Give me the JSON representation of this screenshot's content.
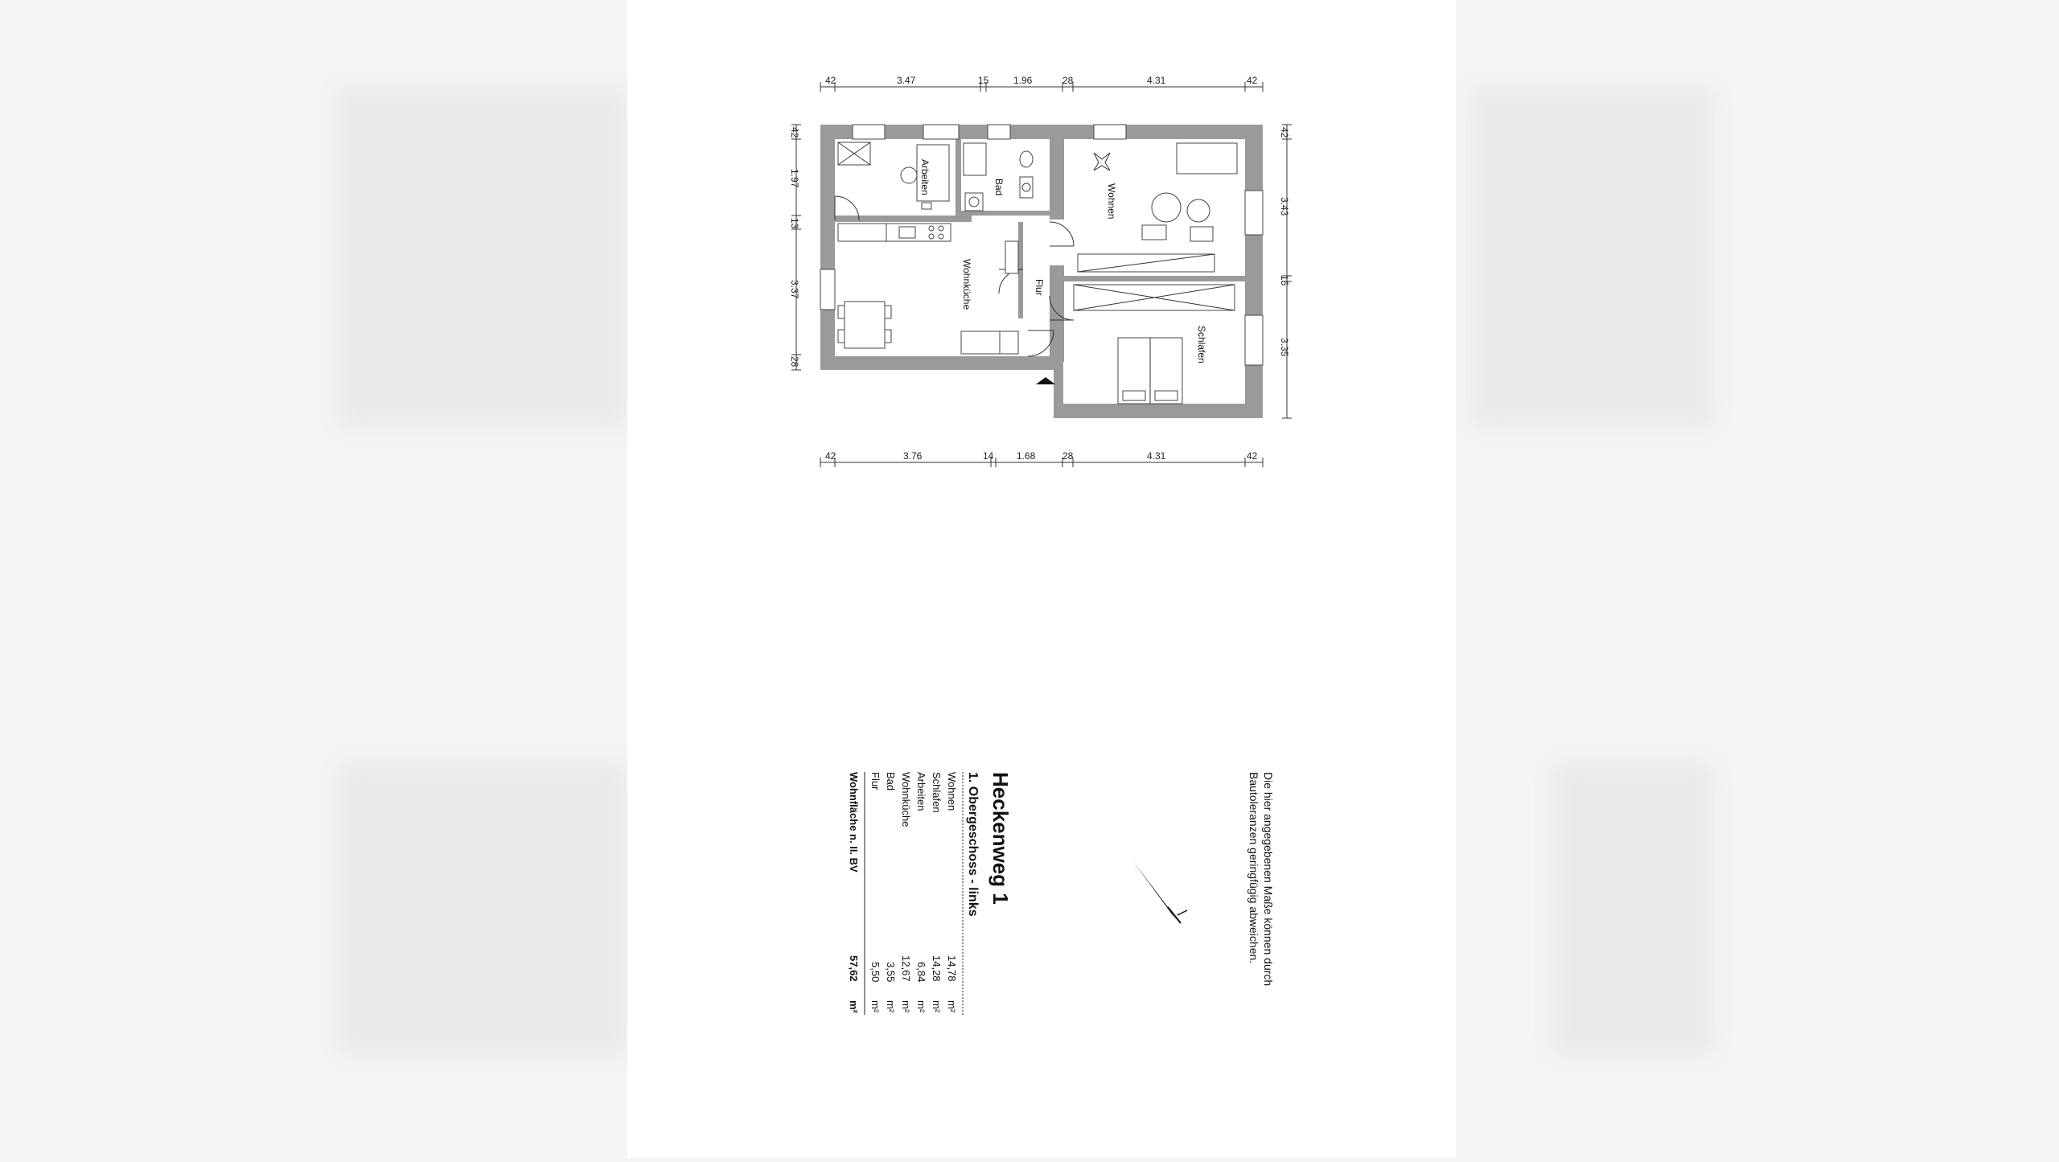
{
  "dimensions": {
    "top": [
      "42",
      "3.47",
      "15",
      "1.96",
      "28",
      "4.31",
      "42"
    ],
    "bottom": [
      "42",
      "3.76",
      "14",
      "1.68",
      "28",
      "4.31",
      "42"
    ],
    "left": [
      "42",
      "1.97",
      "13",
      "3.37",
      "28"
    ],
    "right": [
      "42",
      "3.43",
      "15",
      "3.35"
    ]
  },
  "rooms": {
    "arbeiten": "Arbeiten",
    "bad": "Bad",
    "wohnen": "Wohnen",
    "wohnkueche": "Wohnküche",
    "flur": "Flur",
    "schlafen": "Schlafen"
  },
  "legend": {
    "title": "Heckenweg 1",
    "subtitle": "1. Obergeschoss - links",
    "unit": "m²",
    "rows": [
      {
        "name": "Wohnen",
        "value": "14,78"
      },
      {
        "name": "Schlafen",
        "value": "14,28"
      },
      {
        "name": "Arbeiten",
        "value": "6,84"
      },
      {
        "name": "Wohnküche",
        "value": "12,67"
      },
      {
        "name": "Bad",
        "value": "3,55"
      },
      {
        "name": "Flur",
        "value": "5,50"
      }
    ],
    "total_label": "Wohnfläche n. II. BV",
    "total_value": "57,62"
  },
  "disclaimer": {
    "line1": "Die hier angegebenen Maße können durch",
    "line2": "Bautoleranzen geringfügig abweichen."
  }
}
